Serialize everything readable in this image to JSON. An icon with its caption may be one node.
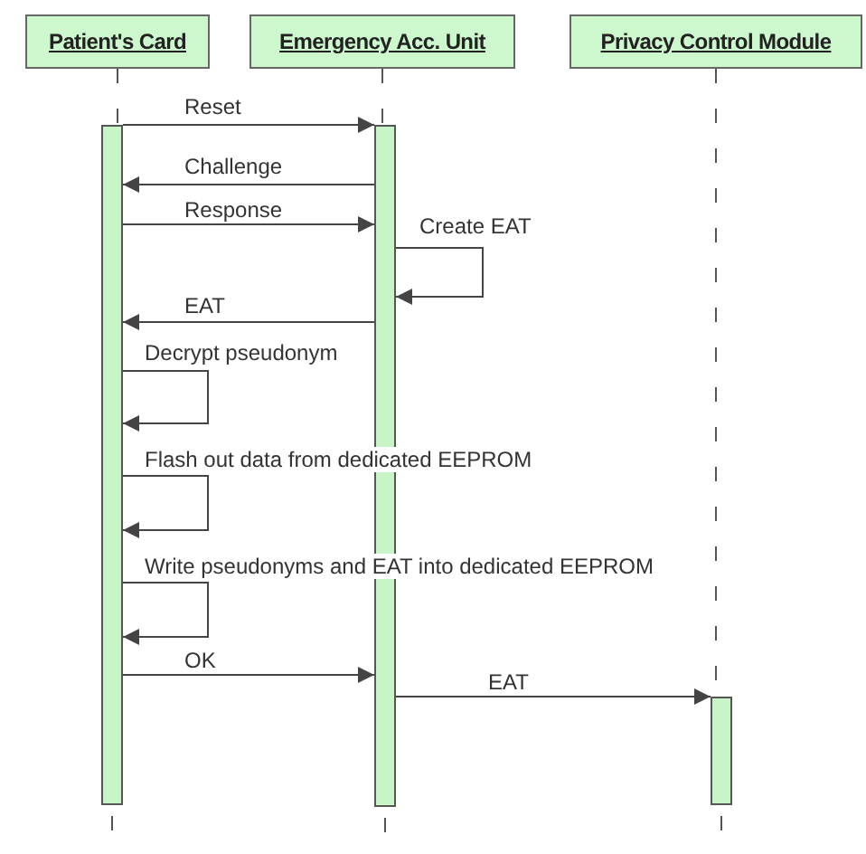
{
  "diagram": {
    "nodes": [
      {
        "text": [
          "Patient's Card"
        ]
      },
      {
        "text": [
          "Emergency Acc. Unit"
        ]
      },
      {
        "text": [
          "Privacy Control Module"
        ]
      },
      {
        "text": [],
        "shape": "bar"
      },
      {
        "text": [],
        "shape": "bar"
      },
      {
        "text": [],
        "shape": "bar"
      }
    ],
    "edges": [
      {
        "from": 3,
        "to": 4,
        "label": "Reset",
        "arrow": "to"
      },
      {
        "from": 4,
        "to": 3,
        "label": "Challenge",
        "arrow": "to"
      },
      {
        "from": 3,
        "to": 4,
        "label": "Response",
        "arrow": "to"
      },
      {
        "from": 4,
        "to": 4,
        "label": "Create EAT",
        "arrow": "to"
      },
      {
        "from": 4,
        "to": 3,
        "label": "EAT",
        "arrow": "to"
      },
      {
        "from": 3,
        "to": 3,
        "label": "Decrypt pseudonym",
        "arrow": "to"
      },
      {
        "from": 3,
        "to": 3,
        "label": "Flash out data from dedicated EEPROM",
        "arrow": "to"
      },
      {
        "from": 3,
        "to": 3,
        "label": "Write pseudonyms and EAT into dedicated EEPROM",
        "arrow": "to"
      },
      {
        "from": 3,
        "to": 4,
        "label": "OK",
        "arrow": "to"
      },
      {
        "from": 4,
        "to": 5,
        "label": "EAT",
        "arrow": "to"
      },
      {
        "from": 0,
        "to": 3,
        "arrow": "none",
        "style": "dashed"
      },
      {
        "from": 1,
        "to": 4,
        "arrow": "none",
        "style": "dashed"
      },
      {
        "from": 2,
        "to": 5,
        "arrow": "none",
        "style": "dashed"
      }
    ]
  }
}
